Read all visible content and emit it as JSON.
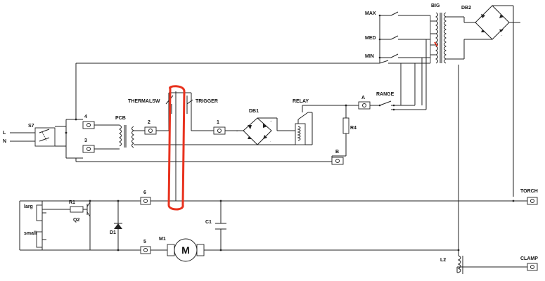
{
  "labels": {
    "max": "MAX",
    "med": "MED",
    "min": "MIN",
    "big": "BIG",
    "db2": "DB2",
    "thermalsw": "THERMALSW",
    "trigger": "TRIGGER",
    "pcb": "PCB",
    "db1": "DB1",
    "relay": "RELAY",
    "a": "A",
    "b": "B",
    "range": "RANGE",
    "r4": "R4",
    "l": "L",
    "n": "N",
    "s7": "S7",
    "t4": "4",
    "t3": "3",
    "t2": "2",
    "t1": "1",
    "t6": "6",
    "t5": "5",
    "larg": "larg",
    "small": "small",
    "r1": "R1",
    "q2": "Q2",
    "d1": "D1",
    "c1": "C1",
    "m1": "M1",
    "m": "M",
    "torch": "TORCH",
    "clamp": "CLAMP",
    "l2": "L2"
  },
  "colors": {
    "wire": "#222222",
    "highlight": "#e8321e"
  }
}
